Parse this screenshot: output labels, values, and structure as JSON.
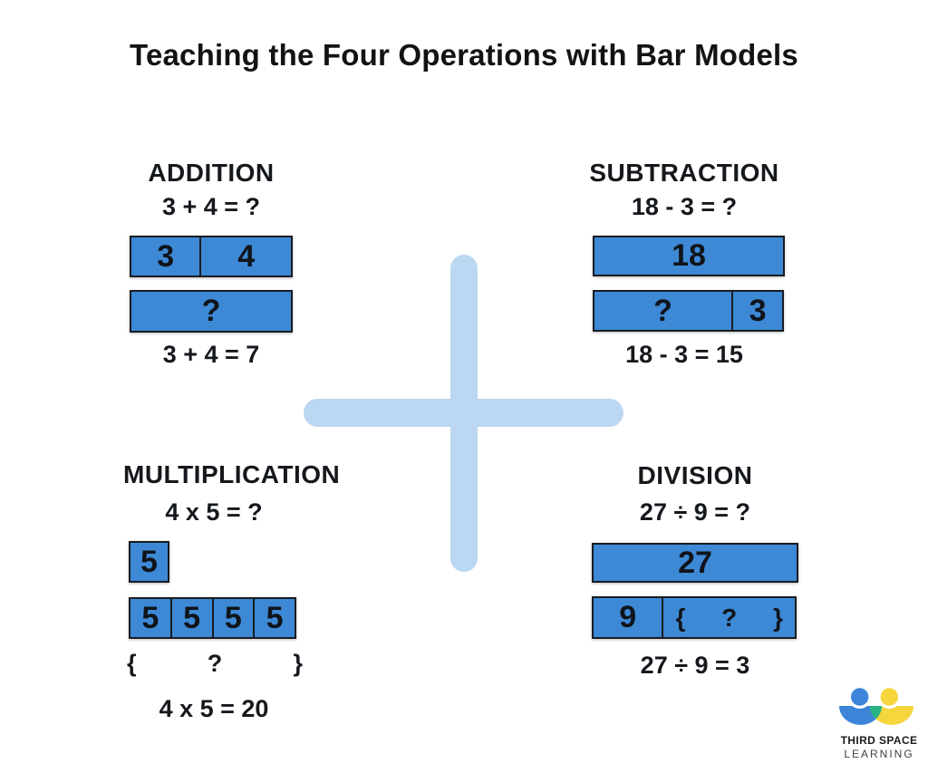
{
  "title": "Teaching the Four Operations with Bar Models",
  "colors": {
    "bar_fill": "#3D89D6",
    "bar_border": "#191C22",
    "plus_sign": "#BCD7F1",
    "logo_blue": "#3C85D8",
    "logo_yellow": "#F5D63D",
    "logo_green": "#29B488"
  },
  "quadrants": {
    "addition": {
      "heading": "ADDITION",
      "problem": "3 + 4 = ?",
      "bar_top": [
        "3",
        "4"
      ],
      "bar_bottom": [
        "?"
      ],
      "answer": "3 + 4 = 7"
    },
    "subtraction": {
      "heading": "SUBTRACTION",
      "problem": "18 - 3 = ?",
      "bar_top": [
        "18"
      ],
      "bar_bottom": [
        "?",
        "3"
      ],
      "answer": "18 - 3 = 15"
    },
    "multiplication": {
      "heading": "MULTIPLICATION",
      "problem": "4 x 5 = ?",
      "unit": "5",
      "row": [
        "5",
        "5",
        "5",
        "5"
      ],
      "brace_open": "{",
      "brace_label": "?",
      "brace_close": "}",
      "answer": "4 x 5 = 20"
    },
    "division": {
      "heading": "DIVISION",
      "problem": "27 ÷ 9 = ?",
      "bar_top": [
        "27"
      ],
      "bottom_left": "9",
      "brace_open": "{",
      "brace_label": "?",
      "brace_close": "}",
      "answer": "27 ÷ 9 = 3"
    }
  },
  "logo": {
    "line1": "THIRD SPACE",
    "line2": "LEARNING"
  }
}
